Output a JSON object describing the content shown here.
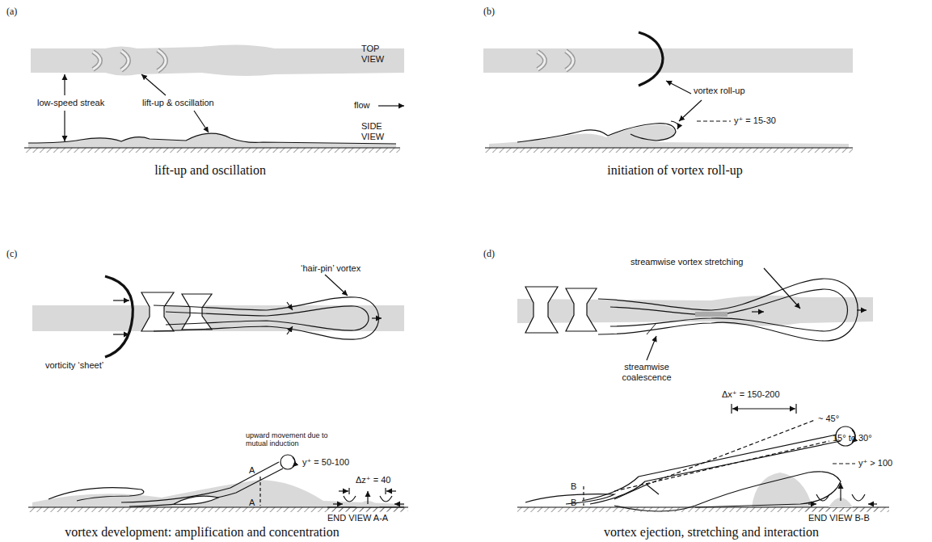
{
  "diagram": {
    "labels": [
      "(a)",
      "TOP VIEW",
      "low-speed streak",
      "lift-up & oscillation",
      "flow",
      "SIDE VIEW",
      "lift-up and oscillation",
      "(b)",
      "vortex roll-up",
      "y⁺ = 15-30",
      "initiation of vortex roll-up",
      "(c)",
      "‘hair-pin’ vortex",
      "vorticity ‘sheet’",
      "upward movement due to mutual induction",
      "y⁺ = 50-100",
      "A",
      "A",
      "Δz⁺ = 40",
      "END VIEW A-A",
      "vortex development: amplification and concentration",
      "(d)",
      "streamwise vortex stretching",
      "streamwise coalescence",
      "Δx⁺ = 150-200",
      "~ 45°",
      "15° to 30°",
      "y⁺ > 100",
      "B",
      "B",
      "END VIEW B-B",
      "vortex ejection, stretching and interaction"
    ]
  }
}
